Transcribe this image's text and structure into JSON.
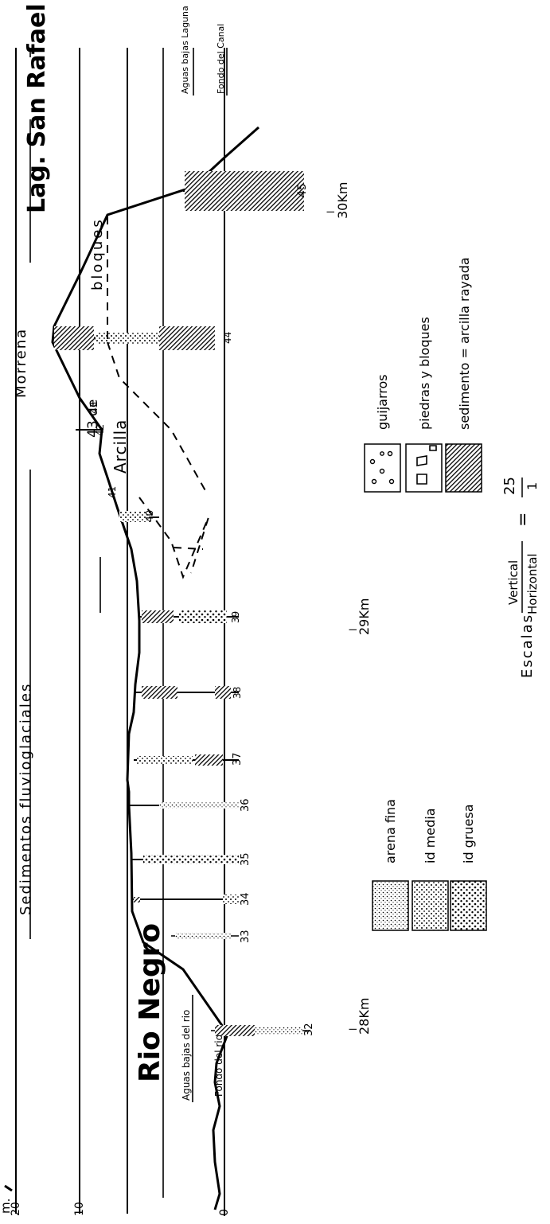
{
  "title_left": "Rio Negro",
  "title_right": "Lag. San Rafael",
  "header_sediments": "Sedimentos   fluvioglaciales",
  "header_moraine": "Morrena",
  "label_bloques": "bloques",
  "label_arcilla": "Arcilla",
  "label_43de": "43 de",
  "river_low_water": "Aguas bajas del rio",
  "river_bed": "Fondo del rio",
  "lagoon_low_water": "Aguas bajas Laguna",
  "canal_bed": "Fondo del Canal",
  "y_unit": "m.",
  "y_ticks": [
    "20",
    "10",
    "0"
  ],
  "km_marks": [
    "28Km",
    "29Km",
    "30Km"
  ],
  "km_tick": "l",
  "station_numbers": [
    "32",
    "33",
    "34",
    "35",
    "36",
    "37",
    "38",
    "39",
    "40",
    "41",
    "42",
    "43",
    "44",
    "45"
  ],
  "legend": {
    "items": [
      {
        "label": "arena   fina"
      },
      {
        "label": "id     media"
      },
      {
        "label": "id     gruesa"
      },
      {
        "label": "guijarros"
      },
      {
        "label": "piedras  y  bloques"
      },
      {
        "label": "sedimento = arcilla  rayada"
      }
    ]
  },
  "scale": {
    "label": "Escalas",
    "vertical": "Vertical",
    "horizontal": "Horizontal",
    "eq": "=",
    "num": "25",
    "den": "1"
  }
}
